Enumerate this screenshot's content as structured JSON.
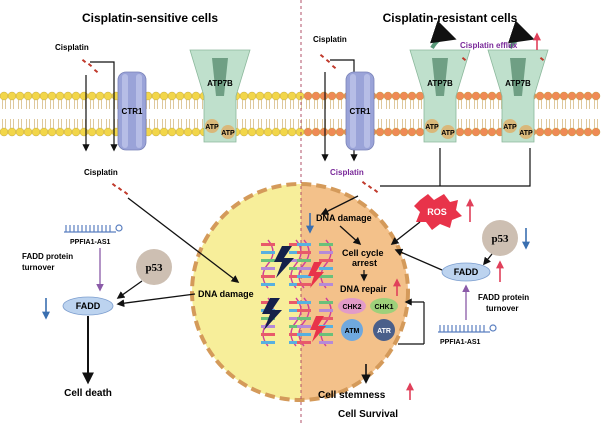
{
  "titles": {
    "left": "Cisplatin-sensitive cells",
    "right": "Cisplatin-resistant cells"
  },
  "labels": {
    "cisplatin_left_top": "Cisplatin",
    "cisplatin_left_in": "Cisplatin",
    "cisplatin_right_top": "Cisplatin",
    "cisplatin_right_in": "Cisplatin",
    "cisplatin_efflux": "Cisplatin efflux",
    "ctr1_left": "CTR1",
    "ctr1_right": "CTR1",
    "atp7b_left": "ATP7B",
    "atp7b_right_1": "ATP7B",
    "atp7b_right_2": "ATP7B",
    "atp": "ATP",
    "p53_left": "p53",
    "p53_right": "p53",
    "fadd_left": "FADD",
    "fadd_right": "FADD",
    "ppfia1_left": "PPFIA1-AS1",
    "ppfia1_right": "PPFIA1-AS1",
    "fadd_turnover_left_1": "FADD protein",
    "fadd_turnover_left_2": "turnover",
    "fadd_turnover_right_1": "FADD protein",
    "fadd_turnover_right_2": "turnover",
    "dna_damage_left": "DNA damage",
    "dna_damage_right": "DNA damage",
    "ros": "ROS",
    "cell_cycle_1": "Cell cycle",
    "cell_cycle_2": "arrest",
    "dna_repair": "DNA repair",
    "chk2": "CHK2",
    "chk1": "CHK1",
    "atm": "ATM",
    "atr": "ATR",
    "cell_death": "Cell death",
    "cell_stemness": "Cell stemness",
    "cell_survival": "Cell Survival"
  },
  "colors": {
    "lipid_left": "#f2d64a",
    "lipid_right": "#ef8a55",
    "ctr1": "#9aa3d8",
    "atp7b": "#bfe0cc",
    "atp_ball": "#d9b87a",
    "nucleus_left": "#f7ee9a",
    "nucleus_right": "#f3c18a",
    "nucleus_border": "#d49a5a",
    "cisplatin": "#c0392b",
    "efflux_text": "#7a2a9a",
    "up_arrow": "#e0405a",
    "down_arrow": "#3a6fb0",
    "ros": "#e8334a",
    "fadd": "#bcd3ef",
    "p53": "#cdbfb2",
    "purple_arrow": "#8a5aa8",
    "divider": "#b0506a"
  }
}
